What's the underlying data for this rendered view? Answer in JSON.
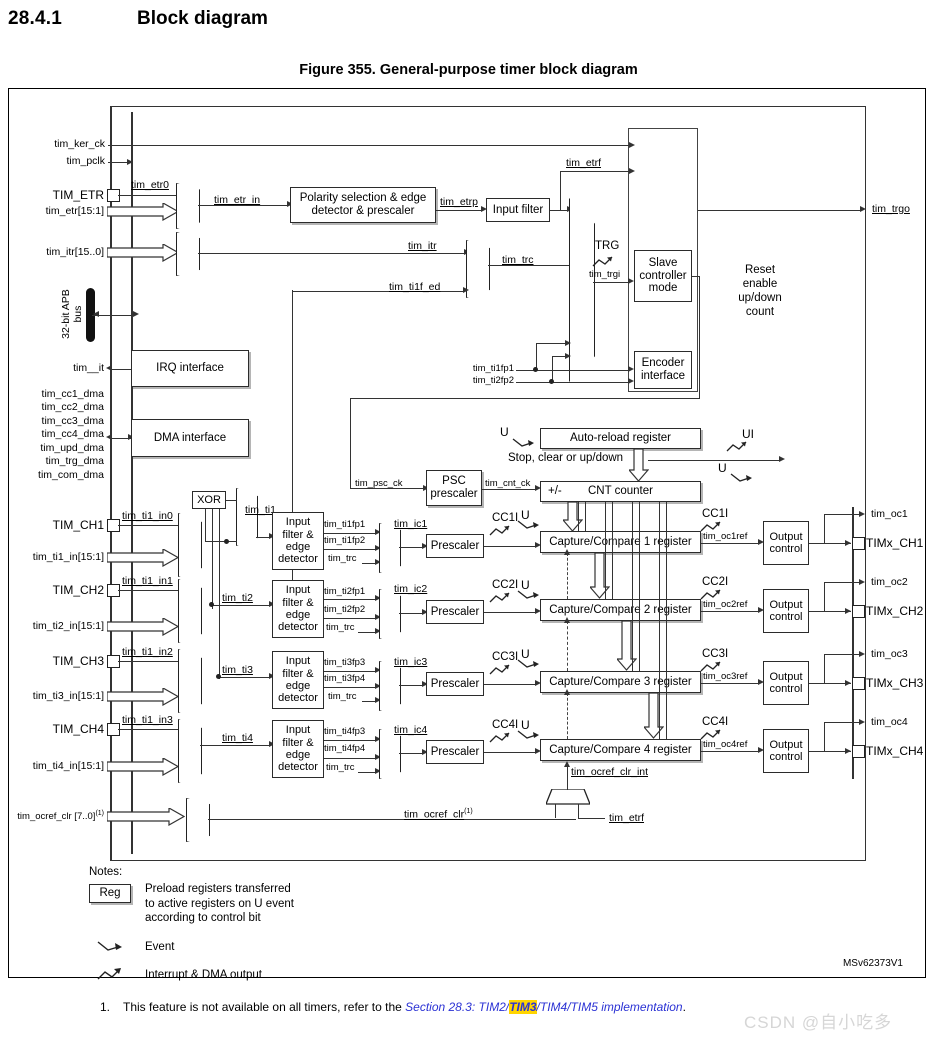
{
  "section": {
    "number": "28.4.1",
    "title": "Block diagram"
  },
  "figure": {
    "caption": "Figure 355. General-purpose timer block diagram",
    "code": "MSv62373V1"
  },
  "left_signals": {
    "tim_ker_ck": "tim_ker_ck",
    "tim_pclk": "tim_pclk",
    "tim_etr_port": "TIM_ETR",
    "tim_etr_bus": "tim_etr[15:1]",
    "tim_itr_bus": "tim_itr[15..0]",
    "apb_bus": "32-bit APB\nbus",
    "apb_bus_line1": "32-bit APB",
    "apb_bus_line2": "bus",
    "tim_it": "tim__it",
    "dma_signals": [
      "tim_cc1_dma",
      "tim_cc2_dma",
      "tim_cc3_dma",
      "tim_cc4_dma",
      "tim_upd_dma",
      "tim_trg_dma",
      "tim_com_dma"
    ],
    "ch1_port": "TIM_CH1",
    "ch2_port": "TIM_CH2",
    "ch3_port": "TIM_CH3",
    "ch4_port": "TIM_CH4",
    "ti1_in_bus": "tim_ti1_in[15:1]",
    "ti2_in_bus": "tim_ti2_in[15:1]",
    "ti3_in_bus": "tim_ti3_in[15:1]",
    "ti4_in_bus": "tim_ti4_in[15:1]",
    "ocref_clr_bus": "tim_ocref_clr [7..0]",
    "ocref_clr_bus_sup": "(1)"
  },
  "blocks": {
    "polarity": "Polarity selection & edge\ndetector & prescaler",
    "polarity_line1": "Polarity selection & edge",
    "polarity_line2": "detector & prescaler",
    "input_filter": "Input filter",
    "irq_interface": "IRQ interface",
    "dma_interface": "DMA interface",
    "slave_controller": "Slave\ncontroller\nmode",
    "slave_l1": "Slave",
    "slave_l2": "controller",
    "slave_l3": "mode",
    "encoder_interface": "Encoder\ninterface",
    "encoder_l1": "Encoder",
    "encoder_l2": "interface",
    "reset_text_l1": "Reset",
    "reset_text_l2": "enable",
    "reset_text_l3": "up/down",
    "reset_text_l4": "count",
    "auto_reload": "Auto-reload register",
    "stop_clear": "Stop, clear or up/down",
    "psc_prescaler": "PSC\nprescaler",
    "psc_l1": "PSC",
    "psc_l2": "prescaler",
    "cnt_counter": "CNT counter",
    "cnt_sign": "+/-",
    "xor": "XOR",
    "input_filter_edge": "Input\nfilter &\nedge\ndetector",
    "ife_l1": "Input",
    "ife_l2": "filter &",
    "ife_l3": "edge",
    "ife_l4": "detector",
    "prescaler": "Prescaler",
    "cc1_reg": "Capture/Compare 1 register",
    "cc2_reg": "Capture/Compare 2 register",
    "cc3_reg": "Capture/Compare 3 register",
    "cc4_reg": "Capture/Compare 4 register",
    "output_control": "Output\ncontrol",
    "oc_l1": "Output",
    "oc_l2": "control"
  },
  "wire_labels": {
    "tim_etr0": "tim_etr0",
    "tim_etr_in": "tim_etr_in",
    "tim_etrp": "tim_etrp",
    "tim_etrf_top": "tim_etrf",
    "tim_itr": "tim_itr",
    "tim_trc": "tim_trc",
    "tim_ti1f_ed": "tim_ti1f_ed",
    "trg": "TRG",
    "tim_trgi": "tim_trgi",
    "tim_ti1fp1": "tim_ti1fp1",
    "tim_ti2fp2": "tim_ti2fp2",
    "tim_trgo": "tim_trgo",
    "tim_psc_ck": "tim_psc_ck",
    "tim_cnt_ck": "tim_cnt_ck",
    "u": "U",
    "ui": "UI",
    "tim_ti1": "tim_ti1",
    "tim_ti2": "tim_ti2",
    "tim_ti3": "tim_ti3",
    "tim_ti4": "tim_ti4",
    "tim_ti1_in0": "tim_ti1_in0",
    "tim_ti1_in1": "tim_ti1_in1",
    "tim_ti1_in2": "tim_ti1_in2",
    "tim_ti1_in3": "tim_ti1_in3",
    "tim_ti1fp1_c": "tim_ti1fp1",
    "tim_ti1fp2_c": "tim_ti1fp2",
    "tim_ti2fp1_c": "tim_ti2fp1",
    "tim_ti2fp2_c": "tim_ti2fp2",
    "tim_ti3fp3_c": "tim_ti3fp3",
    "tim_ti3fp4_c": "tim_ti3fp4",
    "tim_ti4fp3_c": "tim_ti4fp3",
    "tim_ti4fp4_c": "tim_ti4fp4",
    "tim_trc_c": "tim_trc",
    "tim_ic1": "tim_ic1",
    "tim_ic2": "tim_ic2",
    "tim_ic3": "tim_ic3",
    "tim_ic4": "tim_ic4",
    "cc1i": "CC1I",
    "cc2i": "CC2I",
    "cc3i": "CC3I",
    "cc4i": "CC4I",
    "tim_oc1ref": "tim_oc1ref",
    "tim_oc2ref": "tim_oc2ref",
    "tim_oc3ref": "tim_oc3ref",
    "tim_oc4ref": "tim_oc4ref",
    "tim_oc1": "tim_oc1",
    "tim_oc2": "tim_oc2",
    "tim_oc3": "tim_oc3",
    "tim_oc4": "tim_oc4",
    "timx_ch1": "TIMx_CH1",
    "timx_ch2": "TIMx_CH2",
    "timx_ch3": "TIMx_CH3",
    "timx_ch4": "TIMx_CH4",
    "tim_ocref_clr_int": "tim_ocref_clr_int",
    "tim_ocref_clr": "tim_ocref_clr",
    "tim_ocref_clr_sup": "(1)",
    "tim_etrf_bottom": "tim_etrf"
  },
  "notes": {
    "heading": "Notes:",
    "reg_symbol": "Reg",
    "reg_text_l1": "Preload registers transferred",
    "reg_text_l2": "to active registers on U event",
    "reg_text_l3": "according to control bit",
    "event_label": "Event",
    "interrupt_label": "Interrupt & DMA output"
  },
  "footnote": {
    "number": "1.",
    "text": "This feature is not available on all timers, refer to the ",
    "link_pre": "Section 28.3: TIM2/",
    "link_hl": "TIM3",
    "link_post": "/TIM4/TIM5 implementation",
    "period": "."
  },
  "watermark": "CSDN @自小吃多",
  "colors": {
    "grey_region": "#ced4de",
    "box_fill": "#ffffff",
    "line": "#333333",
    "link": "#2b32d4",
    "highlight": "#ffd400",
    "watermark": "#d6d6d6"
  }
}
